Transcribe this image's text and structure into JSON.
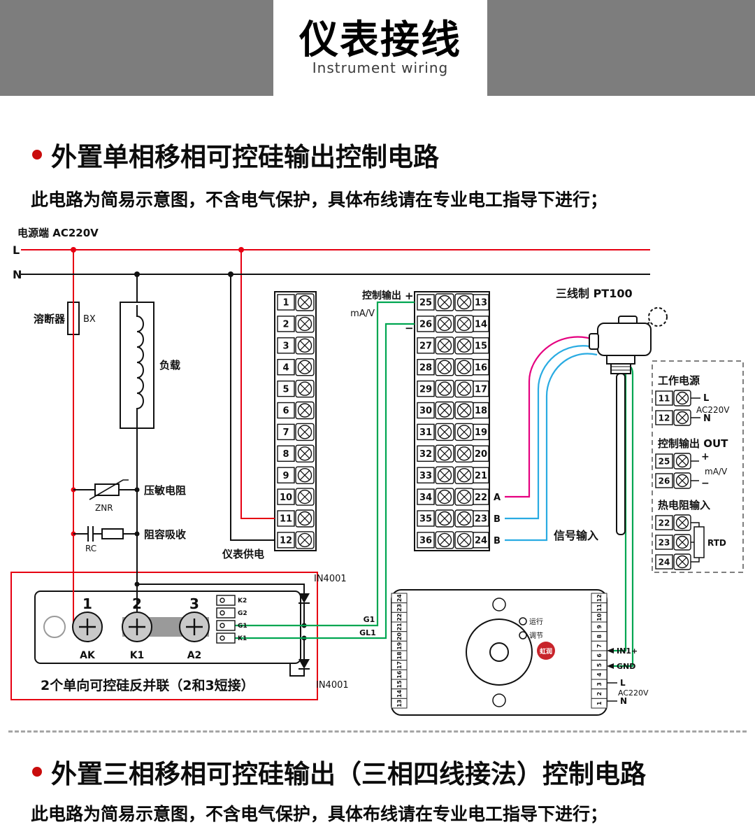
{
  "header": {
    "title": "仪表接线",
    "subtitle": "Instrument wiring"
  },
  "sections": {
    "s1_title": "外置单相移相可控硅输出控制电路",
    "s1_note": "此电路为简易示意图，不含电气保护，具体布线请在专业电工指导下进行；",
    "s2_title": "外置三相移相可控硅输出（三相四线接法）控制电路",
    "s2_note": "此电路为简易示意图，不含电气保护，具体布线请在专业电工指导下进行；"
  },
  "diagram": {
    "power_terminal_label": "电源端 AC220V",
    "line_l": "L",
    "line_n": "N",
    "fuse_label": "溶断器",
    "fuse_code": "BX",
    "load_label": "负载",
    "varistor_label": "压敏电阻",
    "varistor_code": "ZNR",
    "rc_label": "阻容吸收",
    "rc_code": "RC",
    "meter_supply_label": "仪表供电",
    "control_output_label": "控制输出",
    "plus": "+",
    "minus": "−",
    "ma_v": "mA/V",
    "pt100_label": "三线制 PT100",
    "signal_input_label": "信号输入",
    "signal_a": "A",
    "signal_b1": "B",
    "signal_b2": "B",
    "left_terminals": [
      "1",
      "2",
      "3",
      "4",
      "5",
      "6",
      "7",
      "8",
      "9",
      "10",
      "11",
      "12"
    ],
    "mid_terminals": [
      "25",
      "26",
      "27",
      "28",
      "29",
      "30",
      "31",
      "32",
      "33",
      "34",
      "35",
      "36"
    ],
    "right_terminals": [
      "13",
      "14",
      "15",
      "16",
      "17",
      "18",
      "19",
      "20",
      "21",
      "22",
      "23",
      "24"
    ],
    "diode1": "IN4001",
    "diode2": "IN4001",
    "gate1": "G1",
    "gate2": "GL1",
    "scr_module": {
      "terminals": [
        "1",
        "2",
        "3"
      ],
      "terminal_names": [
        "AK",
        "K1",
        "A2"
      ],
      "side_labels": [
        "K2",
        "G2",
        "G1",
        "K1"
      ],
      "caption": "2个单向可控硅反并联（2和3短接）"
    },
    "meter": {
      "left_strip": [
        "24",
        "23",
        "22",
        "21",
        "20",
        "19",
        "18",
        "17",
        "16",
        "15",
        "14",
        "13"
      ],
      "right_strip": [
        "12",
        "11",
        "10",
        "9",
        "8",
        "7",
        "6",
        "5",
        "4",
        "3",
        "2",
        "1"
      ],
      "run_label": "运行",
      "adjust_label": "调节",
      "brand": "虹润",
      "in1": "IN1+",
      "gnd": "GND",
      "l": "L",
      "ac": "AC220V",
      "n": "N"
    },
    "sidebar": {
      "power_title": "工作电源",
      "power_terminals": [
        "11",
        "12"
      ],
      "power_l": "L",
      "power_n": "N",
      "power_voltage": "AC220V",
      "out_title": "控制输出 OUT",
      "out_terminals": [
        "25",
        "26"
      ],
      "out_plus": "+",
      "out_minus": "−",
      "out_ma_v": "mA/V",
      "rtd_title": "热电阻输入",
      "rtd_terminals": [
        "22",
        "23",
        "24"
      ],
      "rtd_label": "RTD"
    }
  },
  "colors": {
    "line_red": "#e60012",
    "wire_green": "#00a651",
    "wire_pink": "#e5007f",
    "wire_cyan": "#29abe2",
    "accent_red": "#c90c0c",
    "header_gray": "#7d7d7d"
  }
}
